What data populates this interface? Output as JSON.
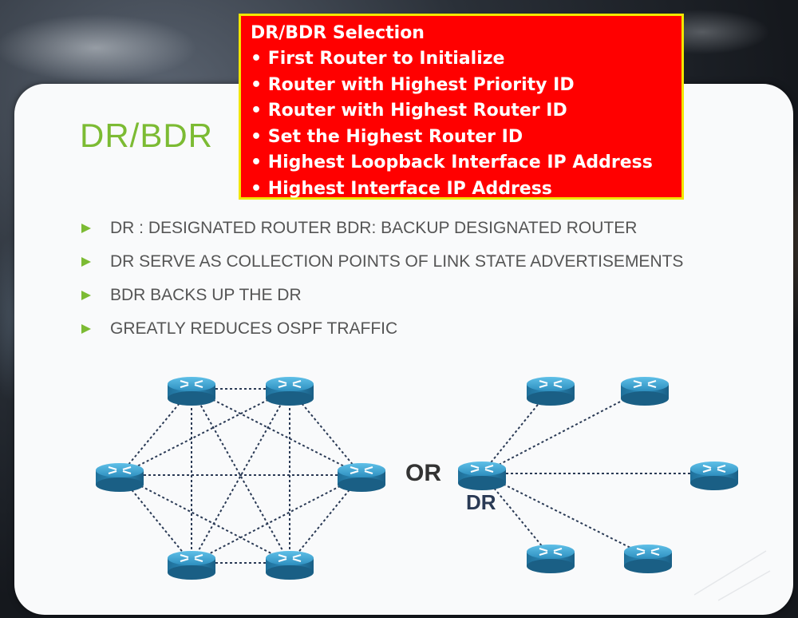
{
  "slide": {
    "title": "DR/BDR",
    "bullets": [
      "DR : DESIGNATED ROUTER  BDR: BACKUP DESIGNATED ROUTER",
      "DR SERVE AS COLLECTION POINTS OF LINK STATE ADVERTISEMENTS",
      "BDR BACKS UP THE DR",
      "GREATLY REDUCES OSPF TRAFFIC"
    ]
  },
  "overlay": {
    "title": "DR/BDR Selection",
    "items": [
      "• First Router to Initialize",
      "• Router with Highest Priority ID",
      "• Router with Highest Router ID",
      "• Set the Highest Router ID",
      "• Highest Loopback Interface IP Address",
      "• Highest Interface IP Address"
    ]
  },
  "diagram": {
    "or_label": "OR",
    "dr_label": "DR",
    "router_icon": "router-icon"
  },
  "colors": {
    "accent": "#7cbb33",
    "overlay_bg": "#ff0000",
    "overlay_border": "#f2e600",
    "router": "#2e8fbf"
  }
}
